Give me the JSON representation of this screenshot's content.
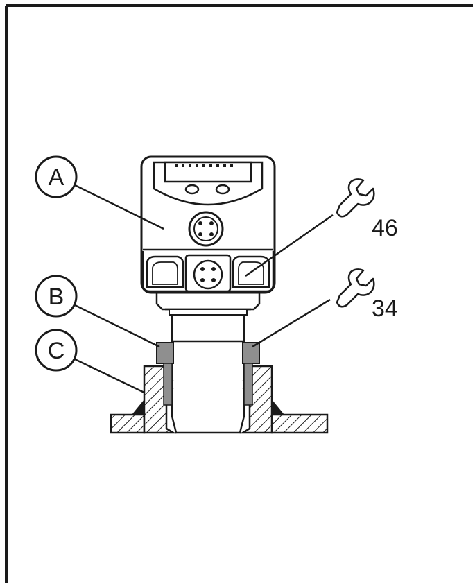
{
  "callouts": {
    "a": {
      "letter": "A"
    },
    "b": {
      "letter": "B"
    },
    "c": {
      "letter": "C"
    }
  },
  "wrench_sizes": {
    "upper": "46",
    "lower": "34"
  },
  "colors": {
    "line": "#1a1a1a",
    "device_fill": "#ffffff",
    "nut_fill": "#8f8f8f",
    "background": "#ffffff"
  },
  "icons": [
    "wrench-icon",
    "connector-icon",
    "display-icon"
  ]
}
